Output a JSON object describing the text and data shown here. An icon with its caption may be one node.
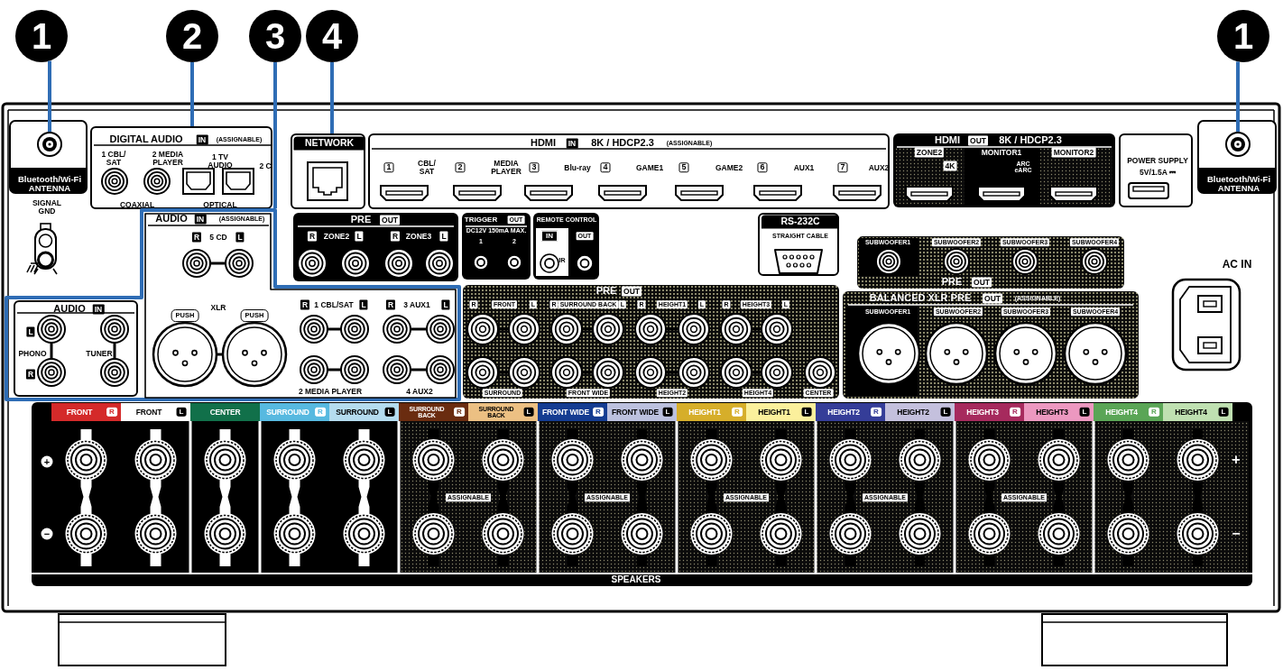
{
  "diagram": {
    "nodes": [
      {
        "text": [
          "1"
        ]
      },
      {
        "text": [
          "2"
        ]
      },
      {
        "text": [
          "3"
        ]
      },
      {
        "text": [
          "4"
        ]
      },
      {
        "text": [
          "1"
        ]
      },
      {
        "text": [
          "Bluetooth/Wi-Fi ANTENNA"
        ]
      },
      {
        "text": [],
        "shape": "circle",
        "in": 5
      },
      {
        "text": [
          "DIGITAL AUDIO",
          "IN",
          "(ASSIGNABLE)",
          "1 CBL/ SAT",
          "2 MEDIA PLAYER",
          "1 TV AUDIO",
          "2 C",
          "COAXIAL",
          "OPTICAL"
        ]
      },
      {
        "text": [
          "NETWORK"
        ]
      },
      {
        "text": [
          "HDMI",
          "IN",
          "8K / HDCP2.3",
          "(ASSIGNABLE)",
          "1",
          "CBL/ SAT",
          "2",
          "MEDIA PLAYER",
          "3",
          "Blu-ray",
          "4",
          "GAME1",
          "5",
          "GAME2",
          "6",
          "AUX1",
          "7",
          "AUX2"
        ]
      },
      {
        "text": [
          "HDMI",
          "OUT",
          "8K / HDCP2.3",
          "ZONE2",
          "4K",
          "MONITOR1",
          "ARC eARC",
          "MONITOR2"
        ]
      },
      {
        "text": [
          "POWER SUPPLY",
          "5V/1.5A ⎓"
        ]
      },
      {
        "text": [
          "Bluetooth/Wi-Fi ANTENNA"
        ]
      },
      {
        "text": [],
        "shape": "circle",
        "in": 12
      },
      {
        "text": [],
        "shape": "box"
      },
      {
        "text": [
          "AUDIO",
          "IN",
          "L",
          "PHONO",
          "R",
          "TUNER"
        ],
        "in": 14
      },
      {
        "text": [
          "AUDIO",
          "IN",
          "(ASSIGNABLE)",
          "R",
          "5 CD",
          "L",
          "PUSH",
          "XLR",
          "PUSH",
          "R",
          "1 CBL/SAT",
          "L",
          "R",
          "3 AUX1",
          "L",
          "2 MEDIA PLAYER",
          "4 AUX2"
        ],
        "in": 14
      },
      {
        "text": [
          "PRE",
          "OUT",
          "R",
          "ZONE2",
          "L",
          "R",
          "ZONE3",
          "L"
        ]
      },
      {
        "text": [
          "TRIGGER",
          "OUT",
          "DC12V 150mA MAX.",
          "1",
          "2"
        ]
      },
      {
        "text": [
          "REMOTE CONTROL",
          "IN",
          "OUT",
          "IR"
        ]
      },
      {
        "text": [
          "RS-232C",
          "STRAIGHT CABLE"
        ]
      },
      {
        "text": [
          "SUBWOOFER1",
          "SUBWOOFER2",
          "SUBWOOFER3",
          "SUBWOOFER4",
          "PRE",
          "OUT"
        ]
      },
      {
        "text": [
          "PRE",
          "OUT",
          "R",
          "FRONT",
          "L",
          "R",
          "SURROUND BACK",
          "L",
          "R",
          "HEIGHT1",
          "L",
          "R",
          "HEIGHT3",
          "L",
          "SURROUND",
          "FRONT WIDE",
          "HEIGHT2",
          "HEIGHT4",
          "CENTER"
        ]
      },
      {
        "text": [
          "BALANCED XLR PRE",
          "OUT",
          "(ASSIGNABLE)",
          "SUBWOOFER1",
          "SUBWOOFER2",
          "SUBWOOFER3",
          "SUBWOOFER4"
        ]
      },
      {
        "text": [
          "FRONT",
          "R",
          "FRONT",
          "L",
          "CENTER",
          "SURROUND",
          "R",
          "SURROUND",
          "L",
          "SURROUND BACK",
          "R",
          "SURROUND BACK",
          "L",
          "FRONT WIDE",
          "R",
          "FRONT WIDE",
          "L",
          "HEIGHT1",
          "R",
          "HEIGHT1",
          "L",
          "HEIGHT2",
          "R",
          "HEIGHT2",
          "L",
          "HEIGHT3",
          "R",
          "HEIGHT3",
          "L",
          "HEIGHT4",
          "R",
          "HEIGHT4",
          "L",
          "+",
          "−",
          "ASSIGNABLE",
          "ASSIGNABLE",
          "ASSIGNABLE",
          "ASSIGNABLE",
          "ASSIGNABLE",
          "+",
          "−",
          "SPEAKERS"
        ]
      }
    ],
    "edges": [
      {
        "from": 0,
        "to": 6,
        "arrow": "none"
      },
      {
        "from": 1,
        "to": 7,
        "arrow": "none"
      },
      {
        "from": 2,
        "to": 14,
        "arrow": "none"
      },
      {
        "from": 3,
        "to": 8,
        "arrow": "none"
      },
      {
        "from": 4,
        "to": 13,
        "arrow": "none"
      }
    ],
    "labels": [
      "SIGNAL GND",
      "AC IN"
    ]
  }
}
